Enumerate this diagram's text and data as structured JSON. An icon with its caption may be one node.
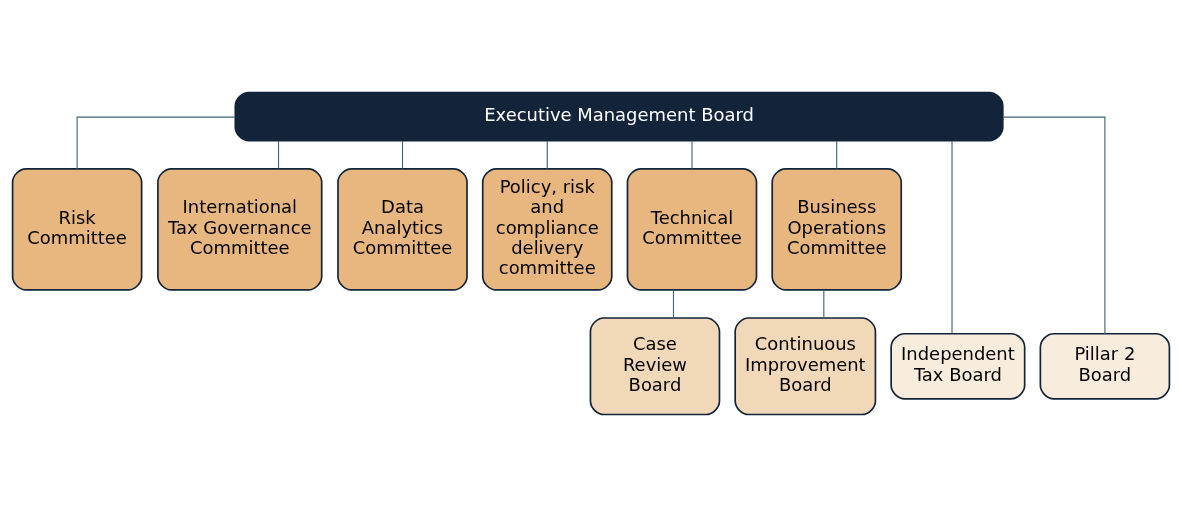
{
  "diagram": {
    "nodes": [
      {
        "text": [
          "Executive Management Board"
        ]
      },
      {
        "text": [
          "Risk Committee"
        ]
      },
      {
        "text": [
          "International Tax Governance Committee"
        ]
      },
      {
        "text": [
          "Data Analytics Committee"
        ]
      },
      {
        "text": [
          "Policy, risk and compliance delivery committee"
        ]
      },
      {
        "text": [
          "Technical Committee"
        ]
      },
      {
        "text": [
          "Business Operations Committee"
        ]
      },
      {
        "text": [
          "Independent Tax Board"
        ]
      },
      {
        "text": [
          "Pillar 2 Board"
        ]
      },
      {
        "text": [
          "Case Review Board"
        ]
      },
      {
        "text": [
          "Continuous Improvement Board"
        ]
      }
    ],
    "edges": [
      {
        "from": 0,
        "to": 1,
        "arrow": "none"
      },
      {
        "from": 0,
        "to": 7,
        "arrow": "none"
      },
      {
        "from": 0,
        "to": 2,
        "arrow": "none"
      },
      {
        "from": 0,
        "to": 8,
        "arrow": "none"
      },
      {
        "from": 0,
        "to": 3,
        "arrow": "none"
      },
      {
        "from": 0,
        "to": 4,
        "arrow": "none"
      },
      {
        "from": 0,
        "to": 5,
        "arrow": "none"
      },
      {
        "from": 0,
        "to": 6,
        "arrow": "none"
      },
      {
        "from": 5,
        "to": 9,
        "arrow": "none"
      },
      {
        "from": 6,
        "to": 10,
        "arrow": "none"
      }
    ]
  }
}
